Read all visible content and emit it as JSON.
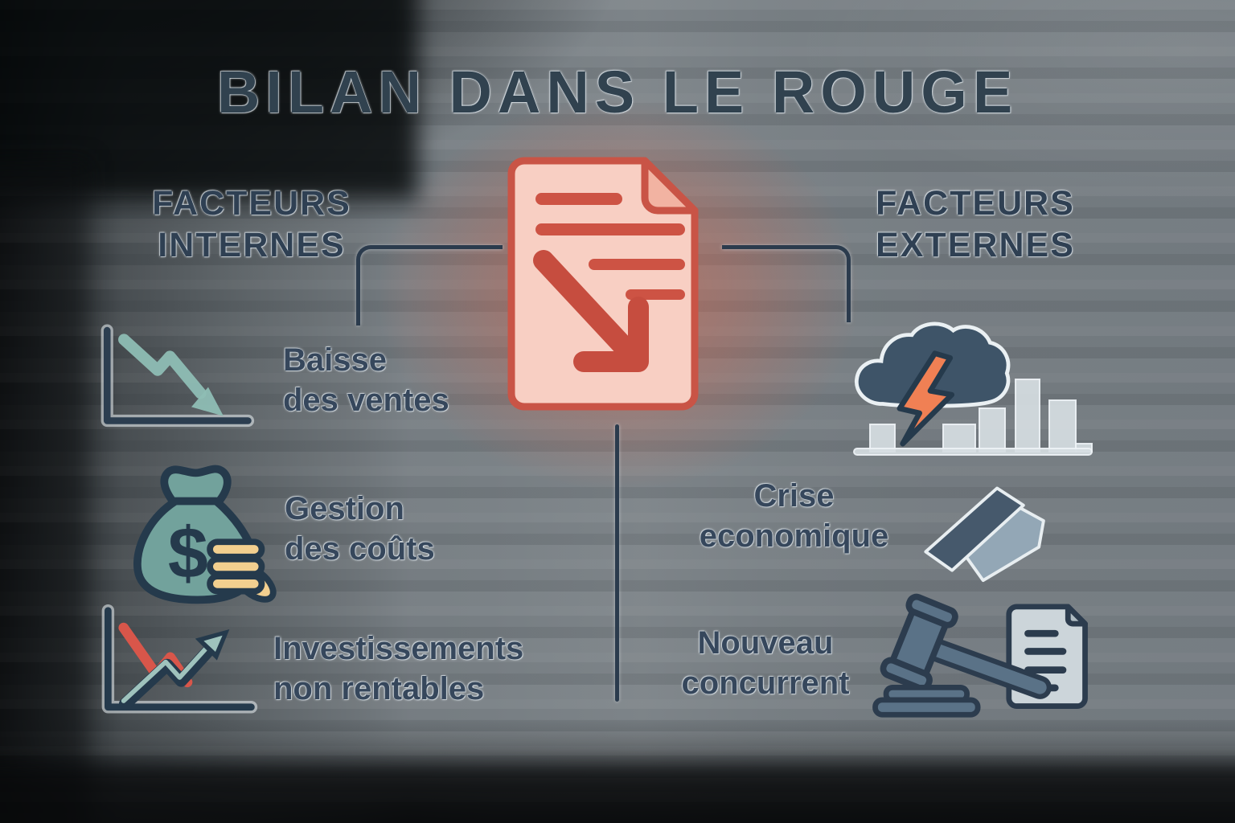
{
  "title": "BILAN DANS LE ROUGE",
  "center": {
    "icon": "declining-report-document-icon"
  },
  "left": {
    "header": "FACTEURS\nINTERNES",
    "items": [
      {
        "icon": "declining-sales-chart-icon",
        "label": "Baisse\ndes ventes"
      },
      {
        "icon": "money-bag-icon",
        "label": "Gestion\ndes coûts"
      },
      {
        "icon": "unprofitable-investment-chart-icon",
        "label": "Investissements\nnon rentables"
      }
    ]
  },
  "right": {
    "header": "FACTEURS\nEXTERNES",
    "items": [
      {
        "icon": "storm-cloud-lightning-icon",
        "label": "Crise\neconomique"
      },
      {
        "icon": "gavel-regulation-icon",
        "label": "Nouveau\nconcurrent"
      }
    ]
  },
  "icons": {
    "money_symbol": "$"
  },
  "colors": {
    "accent_red": "#c95446",
    "document_fill": "#f8cfc3",
    "navy_outline": "#253a4c",
    "teal": "#72a29c",
    "gold": "#f2cf8f",
    "orange_lightning": "#f08054",
    "text_dark": "#33445a",
    "connector": "#2b3b4d",
    "background_gray": "#767d82"
  }
}
